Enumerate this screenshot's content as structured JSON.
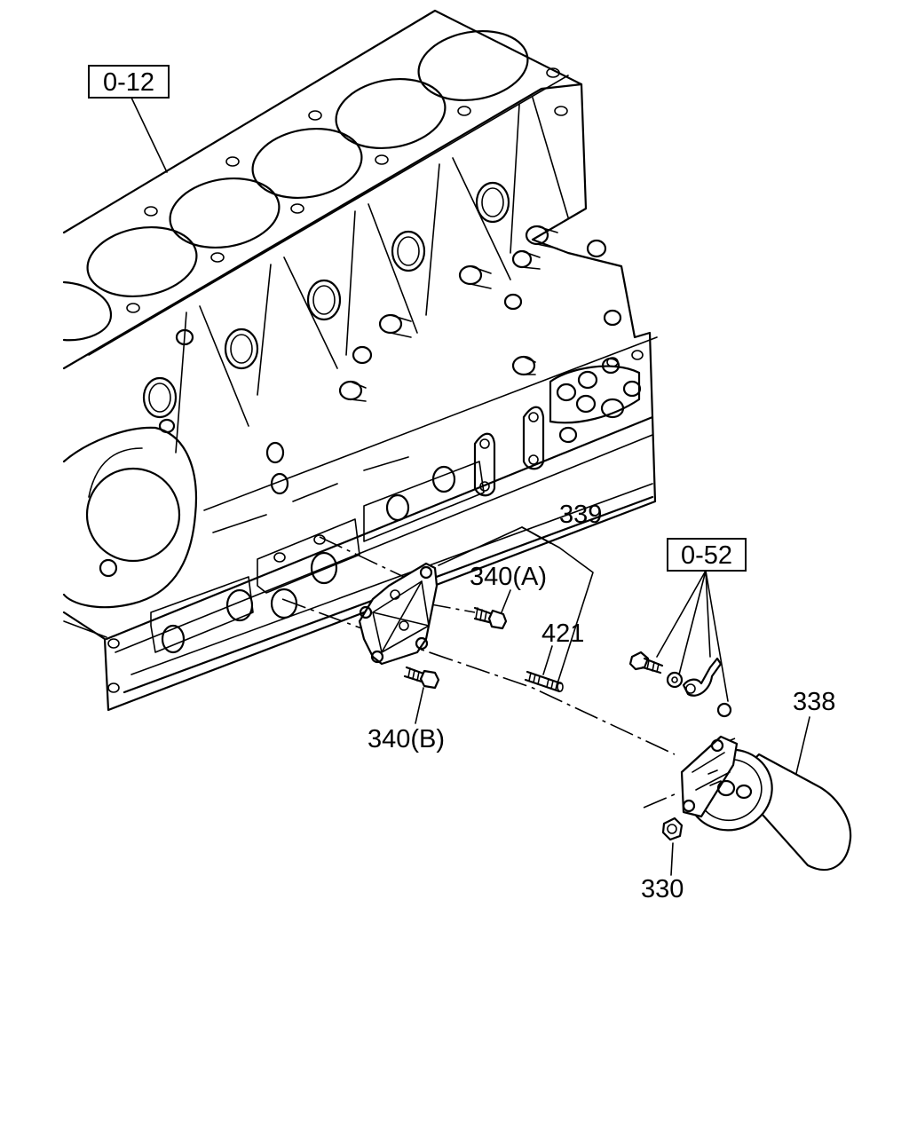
{
  "labels": {
    "ref_0_12": "0-12",
    "ref_0_52": "0-52",
    "part_339": "339",
    "part_340a": "340(A)",
    "part_421": "421",
    "part_340b": "340(B)",
    "part_338": "338",
    "part_330": "330"
  }
}
